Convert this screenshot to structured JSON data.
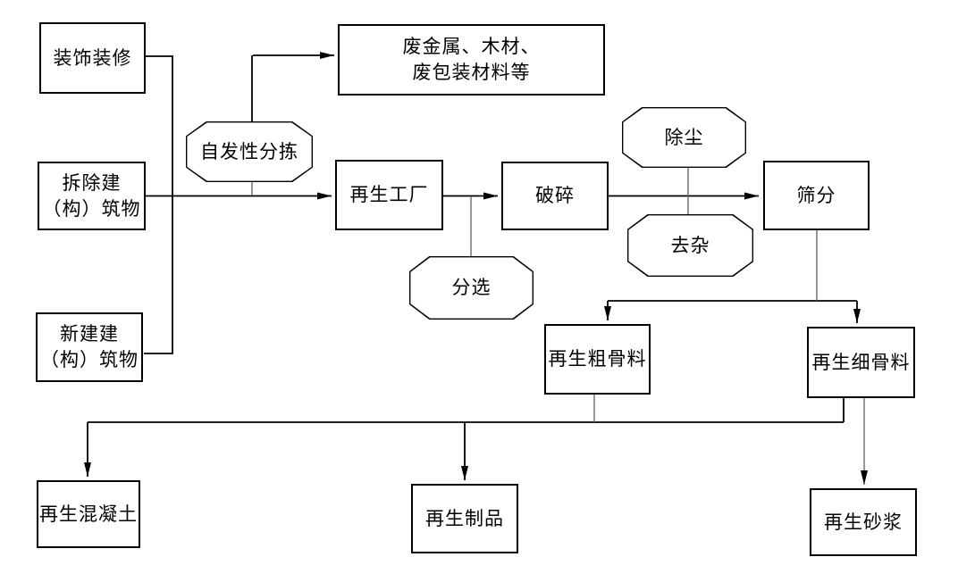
{
  "diagram": {
    "type": "flowchart",
    "language": "zh-CN",
    "colors": {
      "line": "#000000",
      "auxiliary_line": "#5f5f5f",
      "node_fill": "#ffffff",
      "text": "#000000"
    }
  },
  "nodes": {
    "decoration": {
      "label": "装饰装修",
      "shape": "rect"
    },
    "demolition": {
      "label": "拆除建\n（构）筑物",
      "shape": "rect"
    },
    "new_construction": {
      "label": "新建建\n（构）筑物",
      "shape": "rect"
    },
    "waste_materials": {
      "label": "废金属、木材、\n废包装材料等",
      "shape": "rect"
    },
    "spontaneous_sorting": {
      "label": "自发性分拣",
      "shape": "octagon"
    },
    "recycling_plant": {
      "label": "再生工厂",
      "shape": "rect"
    },
    "crushing": {
      "label": "破碎",
      "shape": "rect"
    },
    "sorting": {
      "label": "分选",
      "shape": "octagon"
    },
    "dust_removal": {
      "label": "除尘",
      "shape": "octagon"
    },
    "impurity_removal": {
      "label": "去杂",
      "shape": "octagon"
    },
    "screening": {
      "label": "筛分",
      "shape": "rect"
    },
    "coarse_aggregate": {
      "label": "再生粗骨料",
      "shape": "rect"
    },
    "fine_aggregate": {
      "label": "再生细骨料",
      "shape": "rect"
    },
    "recycled_concrete": {
      "label": "再生混凝土",
      "shape": "rect"
    },
    "recycled_products": {
      "label": "再生制品",
      "shape": "rect"
    },
    "recycled_mortar": {
      "label": "再生砂浆",
      "shape": "rect"
    }
  },
  "edges": [
    {
      "from": "decoration",
      "to": "recycling_plant"
    },
    {
      "from": "demolition",
      "to": "recycling_plant"
    },
    {
      "from": "new_construction",
      "to": "recycling_plant"
    },
    {
      "from": "spontaneous_sorting",
      "to": "waste_materials"
    },
    {
      "from": "recycling_plant",
      "to": "crushing"
    },
    {
      "from": "crushing",
      "to": "screening"
    },
    {
      "from": "screening",
      "to": "coarse_aggregate"
    },
    {
      "from": "screening",
      "to": "fine_aggregate"
    },
    {
      "from": "coarse_aggregate",
      "to": "recycled_concrete"
    },
    {
      "from": "coarse_aggregate",
      "to": "recycled_products"
    },
    {
      "from": "fine_aggregate",
      "to": "recycled_concrete"
    },
    {
      "from": "fine_aggregate",
      "to": "recycled_products"
    },
    {
      "from": "fine_aggregate",
      "to": "recycled_mortar"
    },
    {
      "attached": "spontaneous_sorting",
      "on": "inputs-recycling_plant"
    },
    {
      "attached": "sorting",
      "on": "recycling_plant-crushing"
    },
    {
      "attached": "dust_removal",
      "on": "crushing-screening"
    },
    {
      "attached": "impurity_removal",
      "on": "crushing-screening"
    }
  ]
}
